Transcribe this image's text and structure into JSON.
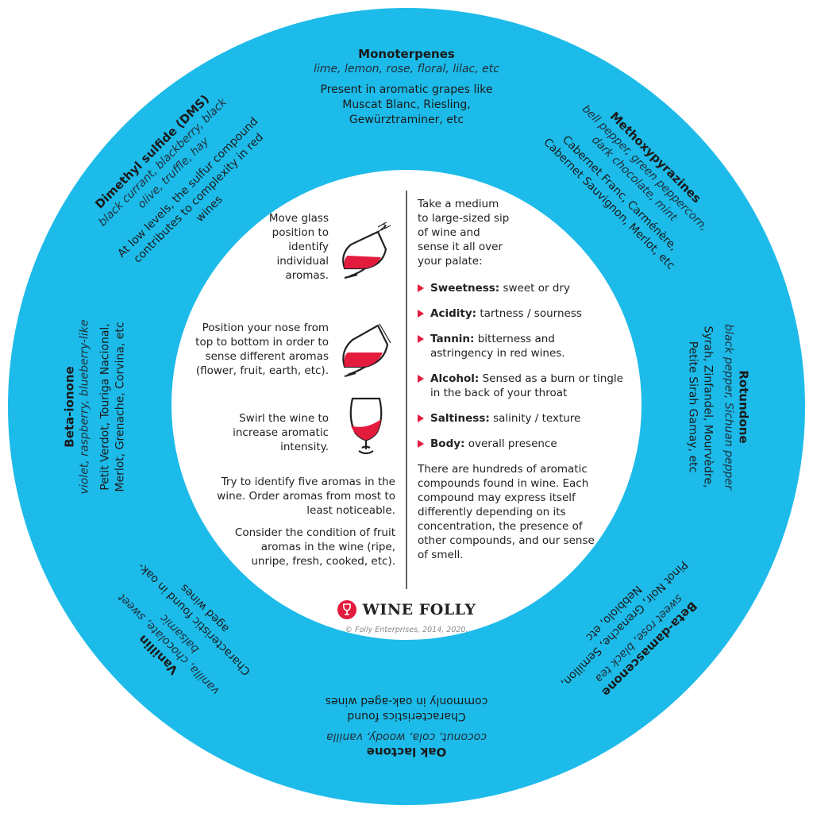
{
  "colors": {
    "ring": "#1dbbe9",
    "wine": "#e31b3c",
    "divider": "#333333"
  },
  "segments": [
    {
      "title": "Monoterpenes",
      "descriptors": "lime, lemon, rose, floral, lilac, etc",
      "note": "Present in aromatic grapes like Muscat Blanc, Riesling, Gewürztraminer, etc"
    },
    {
      "title": "Methoxypyrazines",
      "descriptors": "bell pepper, green peppercorn, dark chocolate, mint",
      "note": "Cabernet Franc, Carménère, Cabernet Sauvignon, Merlot, etc"
    },
    {
      "title": "Rotundone",
      "descriptors": "black pepper, Sichuan pepper",
      "note": "Syrah, Zinfandel, Mourvèdre, Petite Sirah Gamay, etc"
    },
    {
      "title": "Beta-damascenone",
      "descriptors": "sweet rose, black tea",
      "note": "Pinot Noir, Grenache, Semillon, Nebbiolo, etc"
    },
    {
      "title": "Oak lactone",
      "descriptors": "coconut, cola, woody, vanilla",
      "note": "Characteristics found commonly in oak-aged wines"
    },
    {
      "title": "Vanillin",
      "descriptors": "vanilla, chocolate, sweet balsamic",
      "note": "Characteristic found in oak-aged wines"
    },
    {
      "title": "Beta-ionone",
      "descriptors": "violet, raspberry, blueberry-like",
      "note": "Petit Verdot, Touriga Nacional, Merlot, Grenache, Corvina, etc"
    },
    {
      "title": "Dimethyl sulfide (DMS)",
      "descriptors": "black currant, blackberry, black olive, truffle, hay",
      "note": "At low levels, the sulfur compound contributes to complexity in red wines"
    }
  ],
  "left_steps": [
    {
      "text": "Move glass position to identify individual aromas.",
      "icon": "tilted-glass-icon"
    },
    {
      "text": "Position your nose from top to bottom in order to sense different aromas (flower, fruit, earth, etc).",
      "icon": "tilted-glass-nose-icon"
    },
    {
      "text": "Swirl the wine to increase aromatic intensity.",
      "icon": "swirl-glass-icon"
    }
  ],
  "left_notes": [
    "Try to identify five aromas in the wine. Order aromas from most to least noticeable.",
    "Consider the condition of fruit aromas in the wine (ripe, unripe, fresh, cooked, etc)."
  ],
  "right_intro": "Take a medium to large-sized sip of wine and sense it all over your palate:",
  "palate_items": [
    {
      "term": "Sweetness:",
      "desc": "sweet or dry"
    },
    {
      "term": "Acidity:",
      "desc": "tartness / sourness"
    },
    {
      "term": "Tannin:",
      "desc": "bitterness and astringency in red wines."
    },
    {
      "term": "Alcohol:",
      "desc": "Sensed as a burn or tingle in the back of your throat"
    },
    {
      "term": "Saltiness:",
      "desc": "salinity / texture"
    },
    {
      "term": "Body:",
      "desc": "overall presence"
    }
  ],
  "right_note": "There are hundreds of aromatic compounds found in wine. Each compound may express itself differently depending on its concentration, the presence of other compounds, and our sense of smell.",
  "brand": {
    "name": "WINE FOLLY",
    "copyright": "© Folly Enterprises, 2014, 2020."
  }
}
